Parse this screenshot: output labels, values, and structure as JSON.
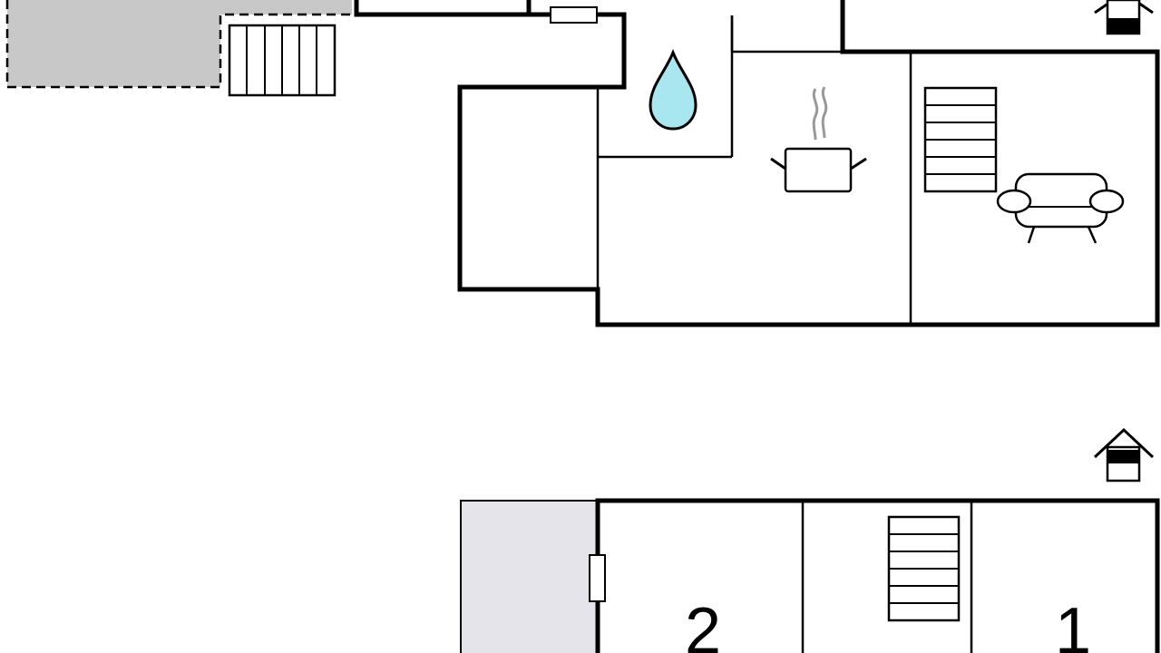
{
  "floor_plan": {
    "room_labels": [
      {
        "id": "bedroom-2",
        "text": "2"
      },
      {
        "id": "bedroom-1",
        "text": "1"
      }
    ],
    "icons": [
      "entrance-house-icon",
      "water-drop-icon",
      "cooking-pot-icon",
      "armchair-icon",
      "staircase-icon",
      "door-icon"
    ],
    "colors": {
      "wall": "#000000",
      "background": "#ffffff",
      "terrace_fill": "#c8c8c8",
      "outdoor_area_fill": "#e4e4ea",
      "water_drop": "#a8e6f0",
      "steam": "#999999"
    }
  }
}
